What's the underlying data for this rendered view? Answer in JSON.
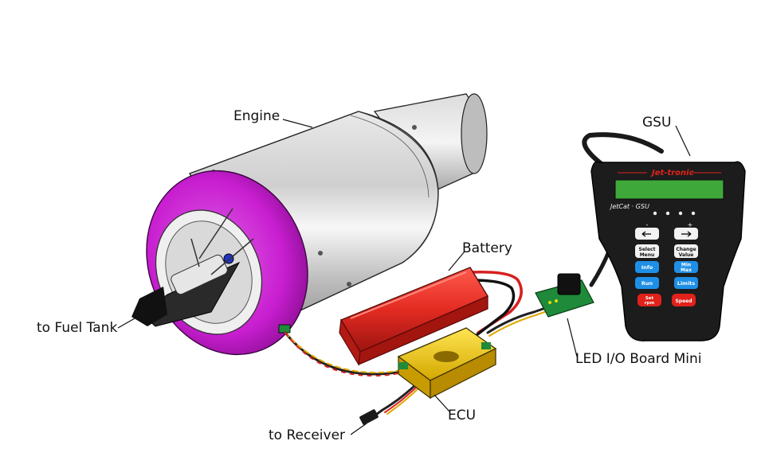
{
  "labels": {
    "engine": "Engine",
    "gsu": "GSU",
    "battery": "Battery",
    "fuel_tank": "to Fuel Tank",
    "led_board": "LED I/O Board Mini",
    "ecu": "ECU",
    "receiver": "to Receiver"
  },
  "gsu_device": {
    "brand": "Jet-tronic",
    "model": "JetCat · GSU",
    "buttons": {
      "minus": "-",
      "plus": "+",
      "select_menu_1": "Select",
      "select_menu_2": "Menu",
      "change_value_1": "Change",
      "change_value_2": "Value",
      "info": "Info",
      "min_max_1": "Min",
      "min_max_2": "Max",
      "run": "Run",
      "limits": "Limits",
      "set_rpm_1": "Set",
      "set_rpm_2": "rpm",
      "speed": "Speed"
    }
  },
  "colors": {
    "inlet_ring": "#c81ed0",
    "battery": "#e32b22",
    "ecu": "#f2cf10",
    "gsu_body": "#1c1c1c",
    "gsu_screen": "#3ea83a",
    "button_blue": "#1e8fe6",
    "button_red": "#e0221b",
    "button_white": "#f2f2f2",
    "pcb_green": "#1f8a3a"
  }
}
